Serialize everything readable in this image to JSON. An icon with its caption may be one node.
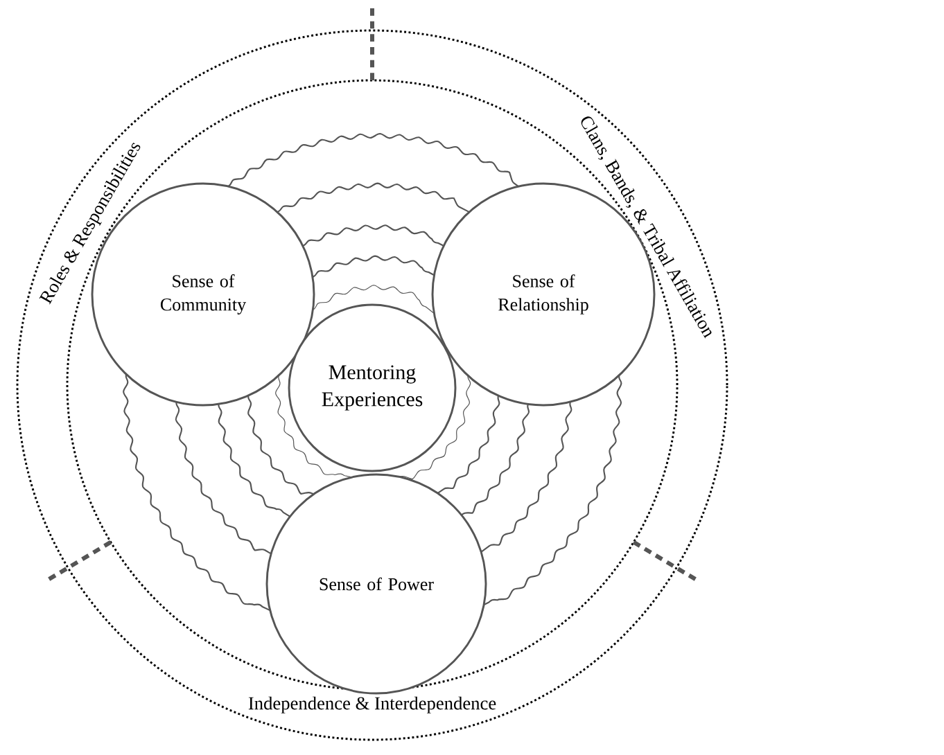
{
  "diagram": {
    "nodes": [
      {
        "text": [
          "Sense of Community"
        ]
      },
      {
        "text": [
          "Sense of Relationship"
        ]
      },
      {
        "text": [
          "Mentoring Experiences"
        ]
      },
      {
        "text": [
          "Sense of Power"
        ]
      }
    ],
    "edges": [
      {
        "from": 0,
        "to": 1,
        "arrow": "none"
      },
      {
        "from": 0,
        "to": 1,
        "arrow": "none"
      },
      {
        "from": 0,
        "to": 1,
        "arrow": "none"
      },
      {
        "from": 0,
        "to": 1,
        "arrow": "none"
      },
      {
        "from": 0,
        "to": 1,
        "arrow": "none"
      },
      {
        "from": 0,
        "to": 3,
        "arrow": "none"
      },
      {
        "from": 0,
        "to": 3,
        "arrow": "none"
      },
      {
        "from": 0,
        "to": 3,
        "arrow": "none"
      },
      {
        "from": 0,
        "to": 3,
        "arrow": "none"
      },
      {
        "from": 0,
        "to": 3,
        "arrow": "none"
      },
      {
        "from": 1,
        "to": 3,
        "arrow": "none"
      },
      {
        "from": 1,
        "to": 3,
        "arrow": "none"
      },
      {
        "from": 1,
        "to": 3,
        "arrow": "none"
      },
      {
        "from": 1,
        "to": 3,
        "arrow": "none"
      },
      {
        "from": 1,
        "to": 3,
        "arrow": "none"
      }
    ],
    "labels": [
      "Roles & Responsibilities",
      "Clans, Bands, & Tribal Affiliation",
      "Independence & Interdependence"
    ]
  }
}
